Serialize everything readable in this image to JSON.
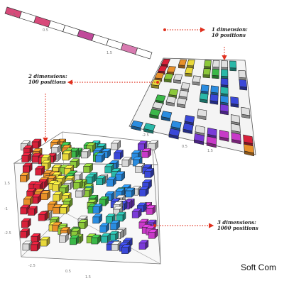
{
  "labels": {
    "one_d": {
      "line1": "1 dimension:",
      "line2": "10 positions"
    },
    "two_d": {
      "line1": "2 dimensions:",
      "line2": "100 positions"
    },
    "three_d": {
      "line1": "3 dimensions:",
      "line2": "1000 positions"
    }
  },
  "credit": "Soft Com",
  "colors": {
    "arrow": "#e0301e",
    "cube_palette": [
      "#d8203a",
      "#e8902a",
      "#e8d83a",
      "#8cc83a",
      "#3ab848",
      "#2ab8a8",
      "#2a8ce0",
      "#3a48d8",
      "#7a3ad8",
      "#c83ac8",
      "#d8d8d8"
    ]
  }
}
